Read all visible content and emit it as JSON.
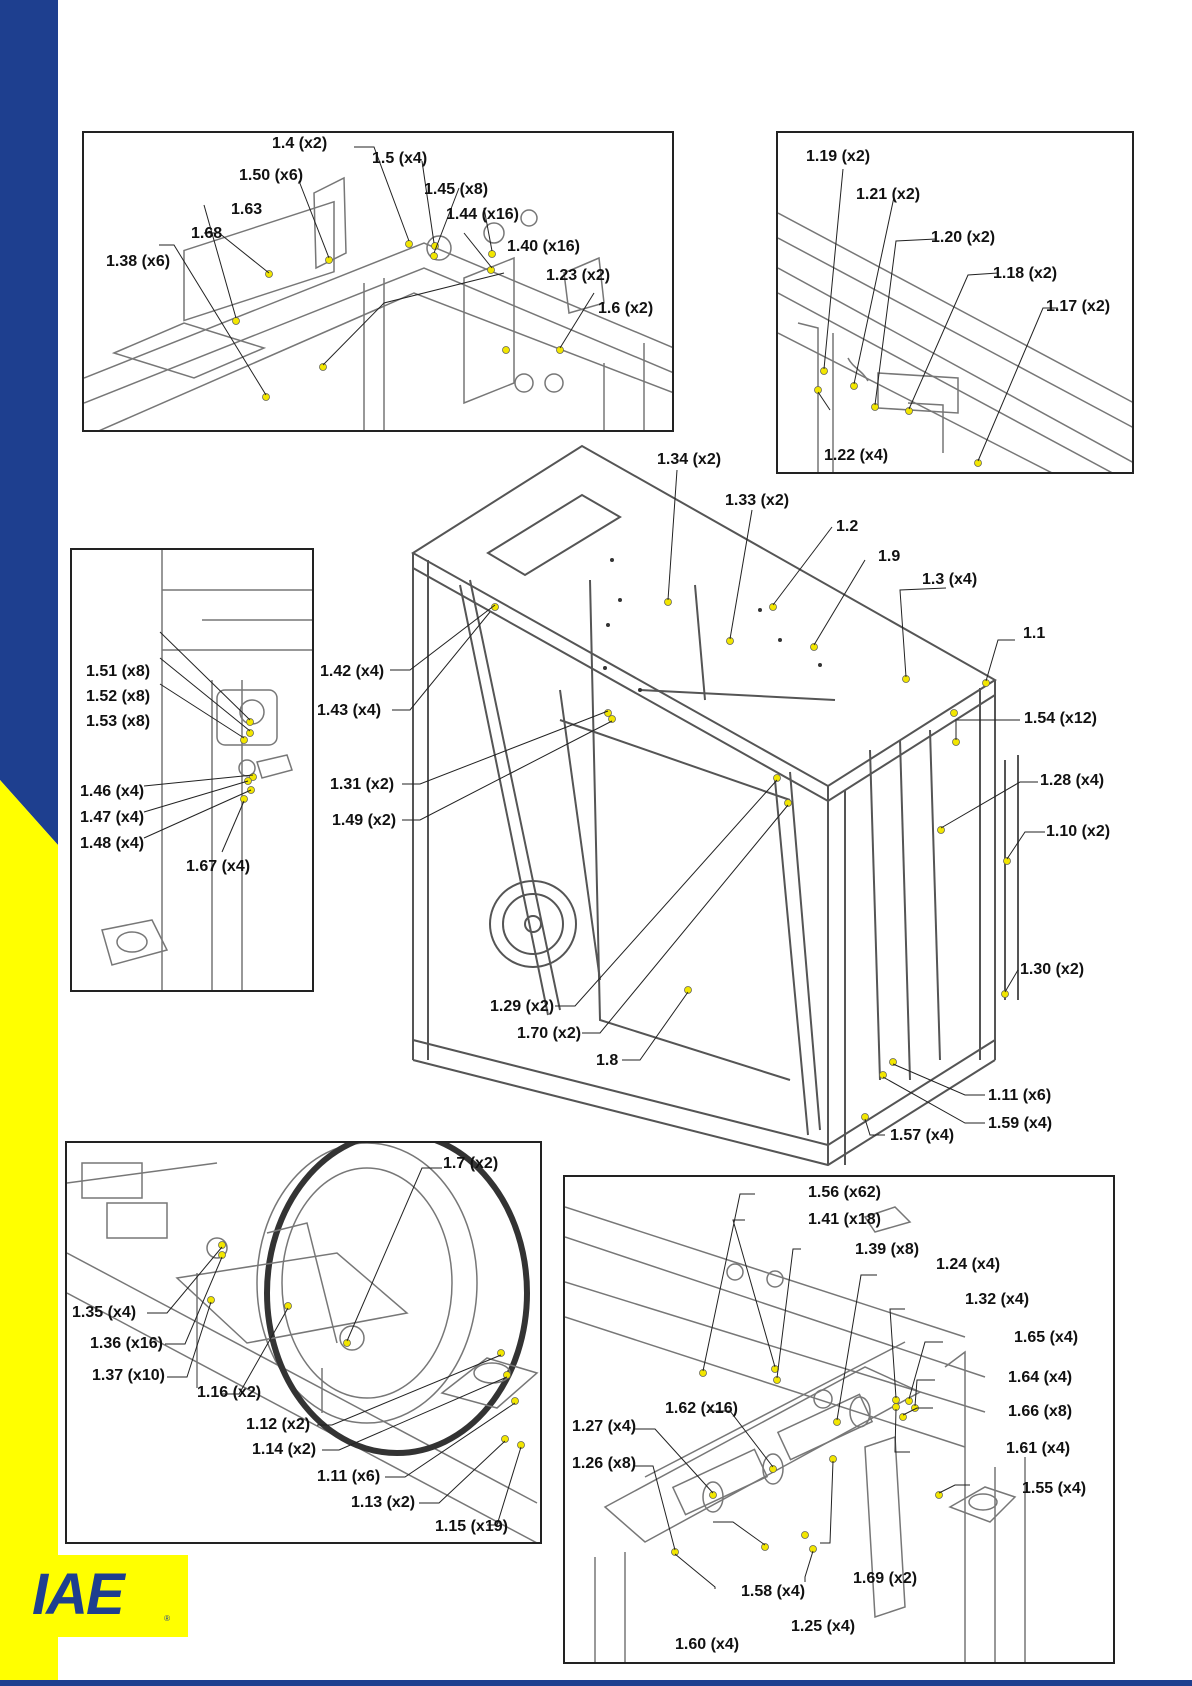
{
  "brand": {
    "logo_text": "IAE",
    "logo_mark": "®",
    "sidebar_top_color": "#1e3f8f",
    "sidebar_bottom_color": "#ffff00",
    "dot_color": "#f2e600"
  },
  "panels": {
    "top_left": {
      "labels": [
        "1.4 (x2)",
        "1.5 (x4)",
        "1.50 (x6)",
        "1.45 (x8)",
        "1.63",
        "1.44 (x16)",
        "1.68",
        "1.40 (x16)",
        "1.38 (x6)",
        "1.23 (x2)",
        "1.6 (x2)"
      ]
    },
    "top_right": {
      "labels": [
        "1.19 (x2)",
        "1.21 (x2)",
        "1.20 (x2)",
        "1.18 (x2)",
        "1.17 (x2)",
        "1.22 (x4)"
      ]
    },
    "mid_left": {
      "labels": [
        "1.51 (x8)",
        "1.52 (x8)",
        "1.53 (x8)",
        "1.46 (x4)",
        "1.47 (x4)",
        "1.48 (x4)",
        "1.67 (x4)"
      ]
    },
    "main": {
      "labels": [
        "1.34 (x2)",
        "1.33 (x2)",
        "1.2",
        "1.9",
        "1.3 (x4)",
        "1.1",
        "1.42 (x4)",
        "1.43 (x4)",
        "1.54 (x12)",
        "1.28 (x4)",
        "1.31 (x2)",
        "1.49 (x2)",
        "1.10 (x2)",
        "1.30 (x2)",
        "1.29 (x2)",
        "1.70 (x2)",
        "1.8",
        "1.11 (x6)",
        "1.59 (x4)",
        "1.57 (x4)"
      ]
    },
    "bottom_left": {
      "labels": [
        "1.7 (x2)",
        "1.35 (x4)",
        "1.36 (x16)",
        "1.37 (x10)",
        "1.16 (x2)",
        "1.12 (x2)",
        "1.14 (x2)",
        "1.11 (x6)",
        "1.13 (x2)",
        "1.15 (x19)"
      ]
    },
    "bottom_right": {
      "labels": [
        "1.56 (x62)",
        "1.41 (x18)",
        "1.39 (x8)",
        "1.24 (x4)",
        "1.32 (x4)",
        "1.65 (x4)",
        "1.64 (x4)",
        "1.66 (x8)",
        "1.62 (x16)",
        "1.27 (x4)",
        "1.61 (x4)",
        "1.26 (x8)",
        "1.55 (x4)",
        "1.58 (x4)",
        "1.69 (x2)",
        "1.60 (x4)",
        "1.25 (x4)"
      ]
    }
  }
}
